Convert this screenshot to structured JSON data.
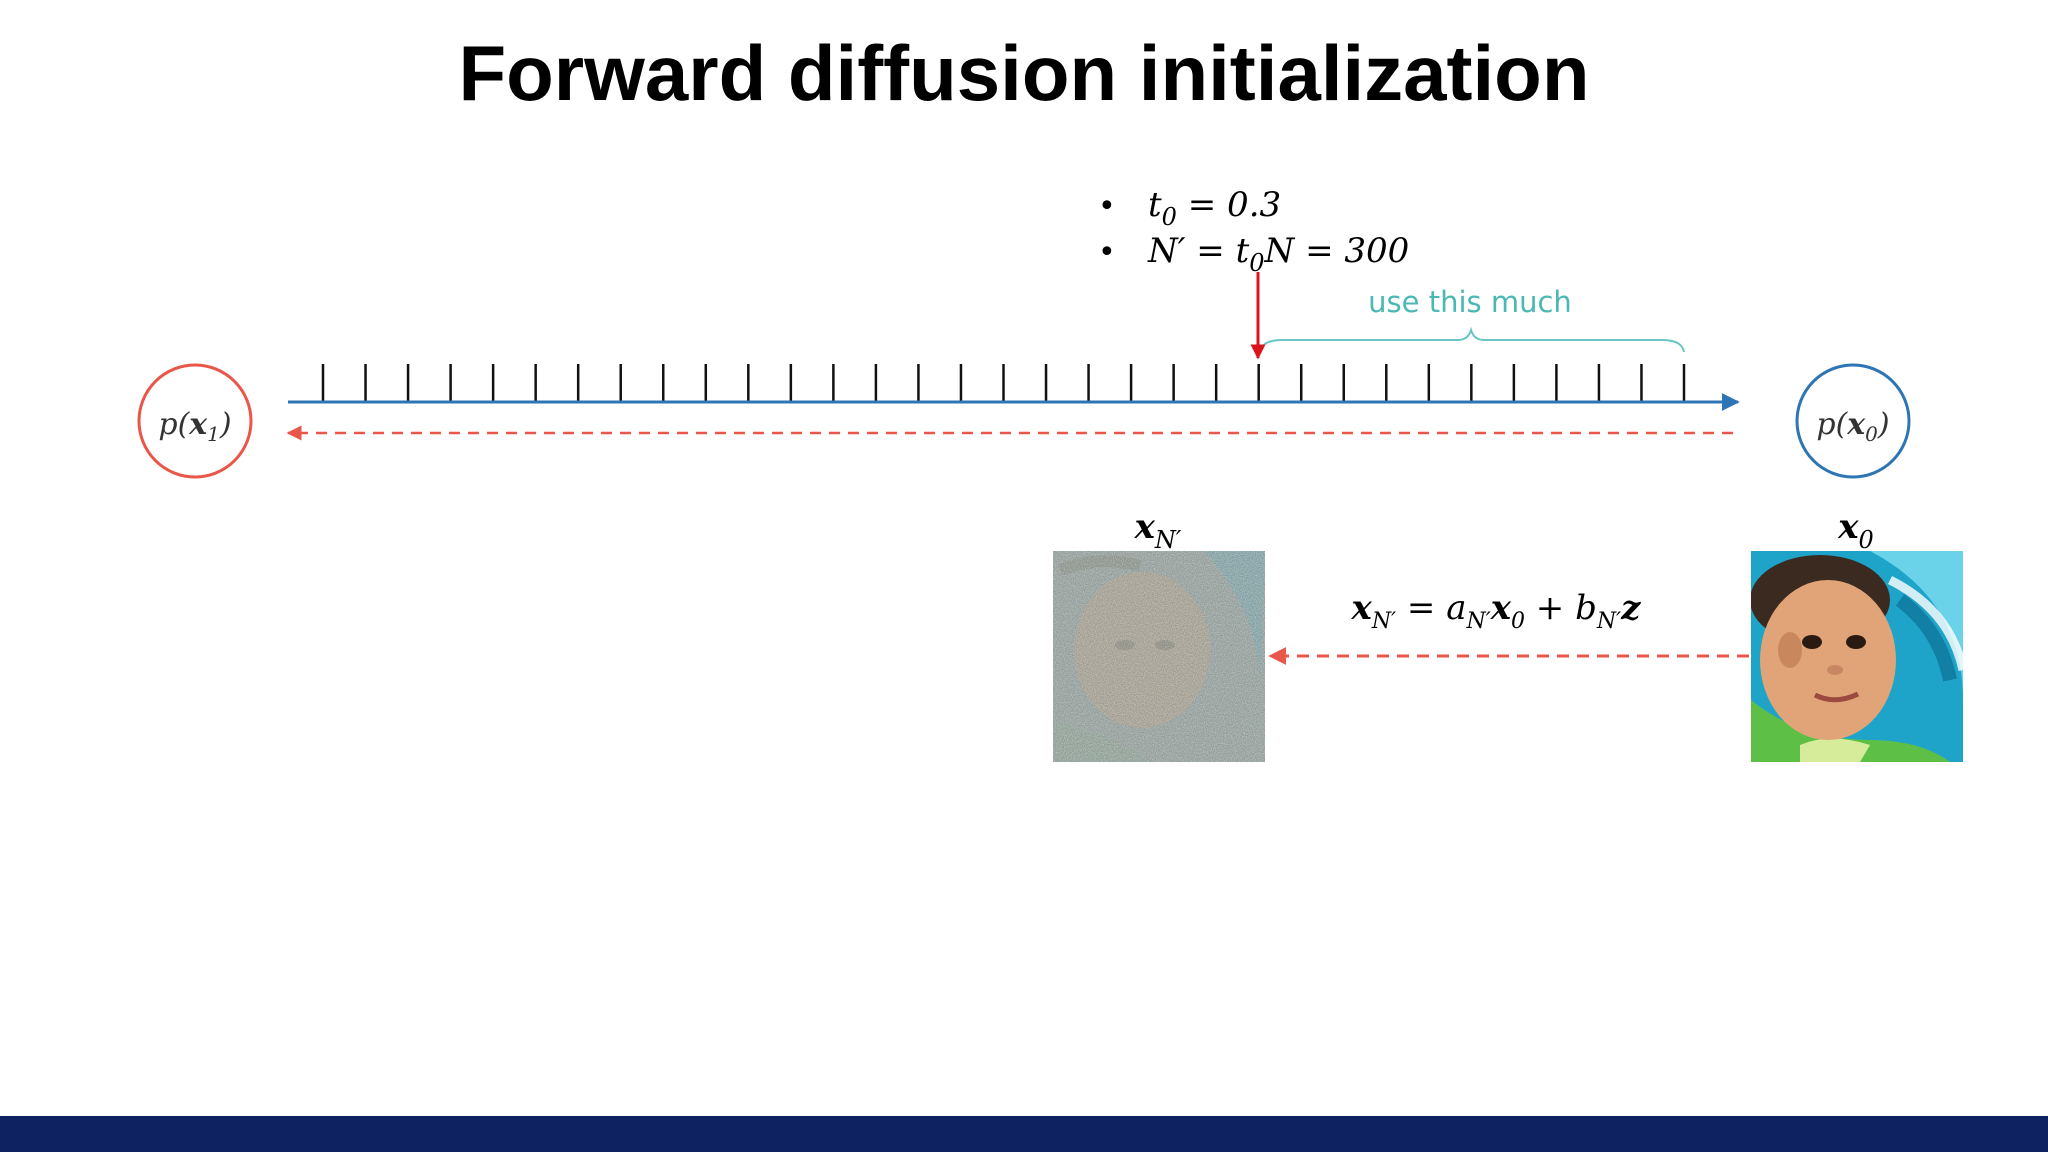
{
  "slide": {
    "title": "Forward diffusion initialization",
    "footer_color": "#0e2160"
  },
  "bullets": [
    {
      "marker": "•",
      "lhs": "t",
      "lhs_sub": "0",
      "rhs": " = 0.3"
    },
    {
      "marker": "•",
      "lhs": "N′ = t",
      "lhs_sub": "0",
      "rhs": "N = 300"
    }
  ],
  "brace_label": "use this much",
  "nodes": {
    "left": {
      "prefix": "p(",
      "var": "x",
      "sub": "1",
      "suffix": ")",
      "color": "#e8574a"
    },
    "right": {
      "prefix": "p(",
      "var": "x",
      "sub": "0",
      "suffix": ")",
      "color": "#2e75b6"
    }
  },
  "timeline": {
    "tick_count": 33,
    "marked_tick_index": 22,
    "axis_color": "#2e75b6",
    "reverse_color": "#e8574a",
    "marker_color": "#d9161b",
    "brace_color": "#67c5c4"
  },
  "images": {
    "noisy": {
      "label_var": "x",
      "label_sub": "N′"
    },
    "clean": {
      "label_var": "x",
      "label_sub": "0"
    }
  },
  "equation": {
    "lhs_var": "x",
    "lhs_sub": "N′",
    "eq": " = ",
    "a": "a",
    "a_sub": "N′",
    "x0_var": "x",
    "x0_sub": "0",
    "plus": " + ",
    "b": "b",
    "b_sub": "N′",
    "z": "z"
  }
}
